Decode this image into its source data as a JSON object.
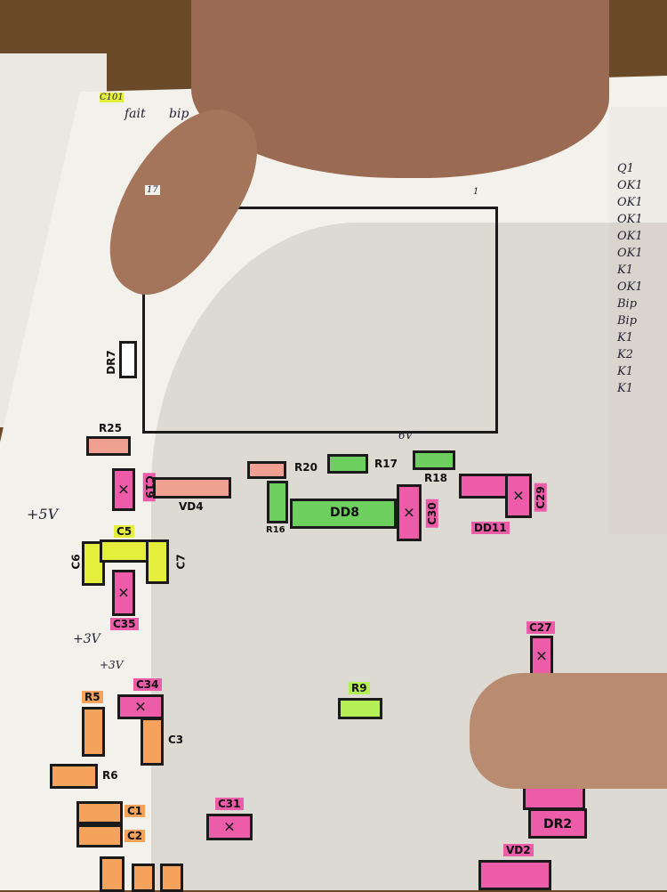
{
  "components": {
    "R25": "R25",
    "C19": "C19",
    "VD4": "VD4",
    "C5": "C5",
    "C6": "C6",
    "C7": "C7",
    "C35": "C35",
    "R20": "R20",
    "R16": "R16",
    "DD8": "DD8",
    "R17": "R17",
    "R18": "R18",
    "C30": "C30",
    "C29": "C29",
    "DD11": "DD11",
    "DR7": "DR7",
    "C27": "C27",
    "R9": "R9",
    "C34": "C34",
    "R5": "R5",
    "C3": "C3",
    "R6": "R6",
    "C1": "C1",
    "C2": "C2",
    "C31": "C31",
    "DR2": "DR2",
    "VD2": "VD2"
  },
  "notes": {
    "plus5v": "+5V",
    "plus3v": "+3V",
    "plus3v_b": "+3V",
    "six_v": "6V",
    "fait": "fait",
    "bip": "bip",
    "pin17": "17",
    "pin1": "1",
    "top_label": "C101",
    "side_q": "Q1"
  },
  "side_list": [
    "OK1",
    "OK1",
    "OK1",
    "OK1",
    "OK1",
    "K1",
    "OK1",
    "Bip",
    "Bip",
    "K1",
    "K2",
    "K1",
    "K1"
  ]
}
